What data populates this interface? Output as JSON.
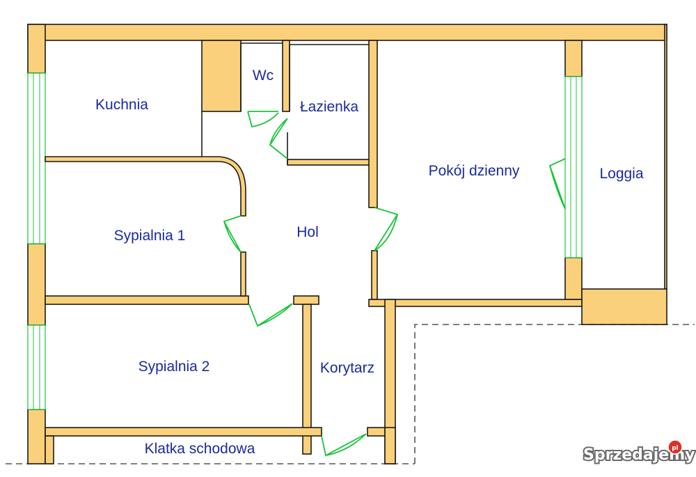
{
  "rooms": {
    "kuchnia": "Kuchnia",
    "wc": "Wc",
    "lazienka": "Łazienka",
    "pokoj_dzienny": "Pokój dzienny",
    "loggia": "Loggia",
    "sypialnia1": "Sypialnia 1",
    "hol": "Hol",
    "sypialnia2": "Sypialnia 2",
    "korytarz": "Korytarz",
    "klatka": "Klatka schodowa"
  },
  "watermark": {
    "text": "Sprzedajemy",
    "badge": "pl"
  },
  "colors": {
    "wall": "#fad17a",
    "door": "#19c43a",
    "label": "#1a2aa0"
  }
}
